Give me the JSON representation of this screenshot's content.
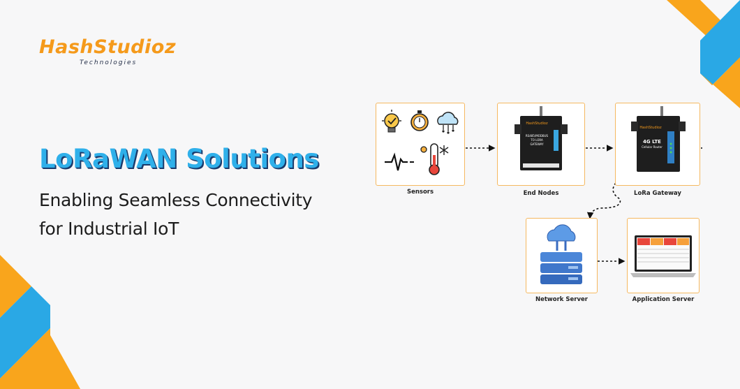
{
  "brand": {
    "logo_main_prefix": "Hash",
    "logo_main_suffix": "Studioz",
    "logo_sub": "Technologies",
    "orange": "#f59a1b",
    "blue": "#2fb0ea",
    "navy": "#1a3a6b"
  },
  "hero": {
    "title": "LoRaWAN Solutions",
    "subtitle_line1": "Enabling Seamless Connectivity",
    "subtitle_line2": "for Industrial IoT"
  },
  "diagram": {
    "nodes": [
      {
        "id": "sensors",
        "label": "Sensors"
      },
      {
        "id": "end-nodes",
        "label": "End Nodes"
      },
      {
        "id": "lora-gateway",
        "label": "LoRa Gateway"
      },
      {
        "id": "network-server",
        "label": "Network Server"
      },
      {
        "id": "application-server",
        "label": "Application Server"
      }
    ],
    "sensor_icons": [
      "bulb-icon",
      "stopwatch-icon",
      "cloud-icon",
      "pulse-icon",
      "thermometer-icon"
    ],
    "end_node_device_text": [
      "RS485/MODBUS",
      "TO LORA",
      "GATEWAY"
    ],
    "gateway_device_text": [
      "4G LTE",
      "Cellular Router"
    ]
  }
}
